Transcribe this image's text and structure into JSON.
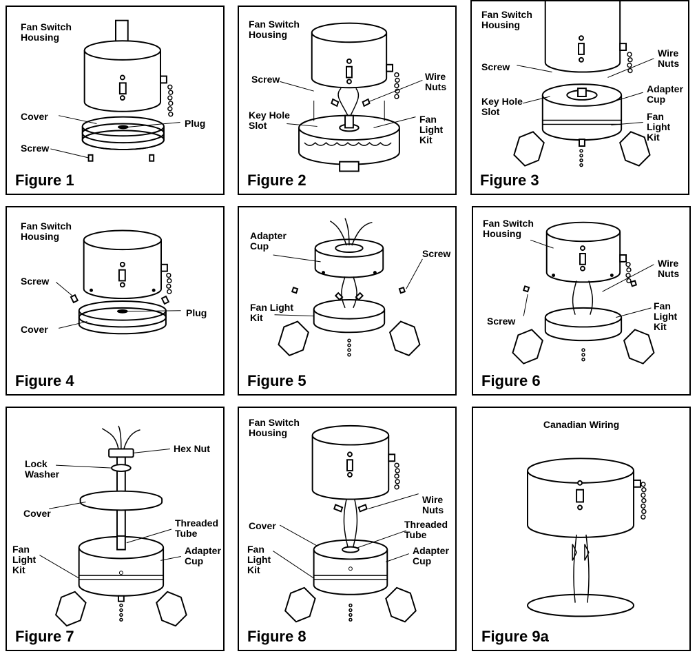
{
  "figures": [
    {
      "caption": "Figure 1",
      "labels": {
        "housing": "Fan Switch\nHousing",
        "cover": "Cover",
        "plug": "Plug",
        "screw": "Screw"
      }
    },
    {
      "caption": "Figure 2",
      "labels": {
        "housing": "Fan Switch\nHousing",
        "screw": "Screw",
        "wire_nuts": "Wire\nNuts",
        "key_hole": "Key Hole\nSlot",
        "fan_light_kit": "Fan\nLight\nKit"
      }
    },
    {
      "caption": "Figure 3",
      "labels": {
        "housing": "Fan Switch\nHousing",
        "screw": "Screw",
        "wire_nuts": "Wire\nNuts",
        "key_hole": "Key Hole\nSlot",
        "adapter_cup": "Adapter\nCup",
        "fan_light_kit": "Fan\nLight\nKit"
      }
    },
    {
      "caption": "Figure 4",
      "labels": {
        "housing": "Fan Switch\nHousing",
        "screw": "Screw",
        "cover": "Cover",
        "plug": "Plug"
      }
    },
    {
      "caption": "Figure 5",
      "labels": {
        "adapter_cup": "Adapter\nCup",
        "screw": "Screw",
        "fan_light_kit": "Fan Light\nKit"
      }
    },
    {
      "caption": "Figure 6",
      "labels": {
        "housing": "Fan Switch\nHousing",
        "wire_nuts": "Wire\nNuts",
        "screw": "Screw",
        "fan_light_kit": "Fan\nLight\nKit"
      }
    },
    {
      "caption": "Figure 7",
      "labels": {
        "hex_nut": "Hex Nut",
        "lock_washer": "Lock\nWasher",
        "cover": "Cover",
        "threaded_tube": "Threaded\nTube",
        "fan_light_kit": "Fan\nLight\nKit",
        "adapter_cup": "Adapter\nCup"
      }
    },
    {
      "caption": "Figure 8",
      "labels": {
        "housing": "Fan Switch\nHousing",
        "wire_nuts": "Wire\nNuts",
        "cover": "Cover",
        "threaded_tube": "Threaded\nTube",
        "fan_light_kit": "Fan\nLight\nKit",
        "adapter_cup": "Adapter\nCup"
      }
    },
    {
      "caption": "Figure 9a",
      "title": "Canadian Wiring",
      "labels": {}
    }
  ]
}
